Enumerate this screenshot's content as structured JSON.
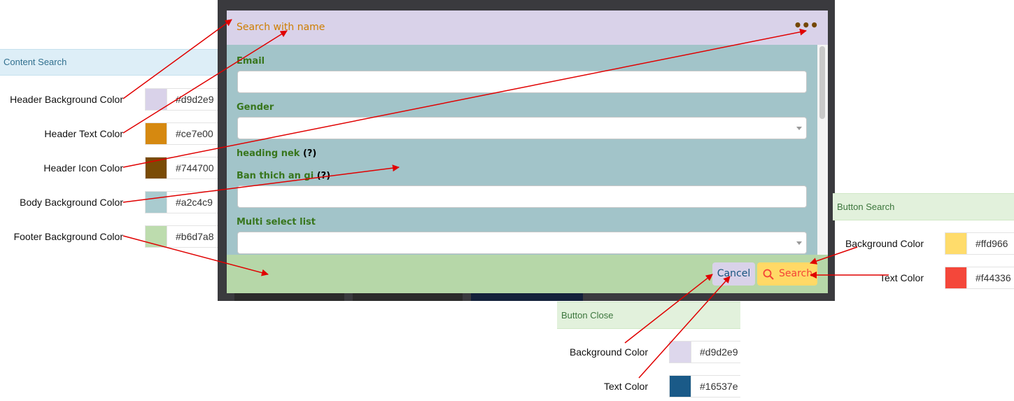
{
  "content_search": {
    "title": "Content Search",
    "rows": [
      {
        "label": "Header Background Color",
        "value": "#d9d2e9",
        "color": "#d9d2e9"
      },
      {
        "label": "Header Text Color",
        "value": "#ce7e00",
        "color": "#d68910"
      },
      {
        "label": "Header Icon Color",
        "value": "#744700",
        "color": "#7a4b05"
      },
      {
        "label": "Body Background Color",
        "value": "#a2c4c9",
        "color": "#a9cbcf"
      },
      {
        "label": "Footer Background Color",
        "value": "#b6d7a8",
        "color": "#bddcae"
      }
    ]
  },
  "modal": {
    "title": "Search with name",
    "menu_icon": "more-horizontal-icon",
    "fields": [
      {
        "label": "Email",
        "type": "text",
        "value": ""
      },
      {
        "label": "Gender",
        "type": "select",
        "value": ""
      },
      {
        "label": "heading nek",
        "type": "heading",
        "help": "(?)"
      },
      {
        "label": "Ban thich an gi",
        "type": "text",
        "help": "(?)",
        "value": ""
      },
      {
        "label": "Multi select list",
        "type": "select",
        "value": ""
      }
    ],
    "cancel_label": "Cancel",
    "search_label": "Search",
    "search_icon": "search-icon"
  },
  "button_search": {
    "title": "Button Search",
    "rows": [
      {
        "label": "Background Color",
        "value": "#ffd966",
        "color": "#ffdc6b"
      },
      {
        "label": "Text Color",
        "value": "#f44336",
        "color": "#f4473a"
      }
    ]
  },
  "button_close": {
    "title": "Button Close",
    "rows": [
      {
        "label": "Background Color",
        "value": "#d9d2e9",
        "color": "#ddd7ec"
      },
      {
        "label": "Text Color",
        "value": "#16537e",
        "color": "#1a5a88"
      }
    ]
  }
}
